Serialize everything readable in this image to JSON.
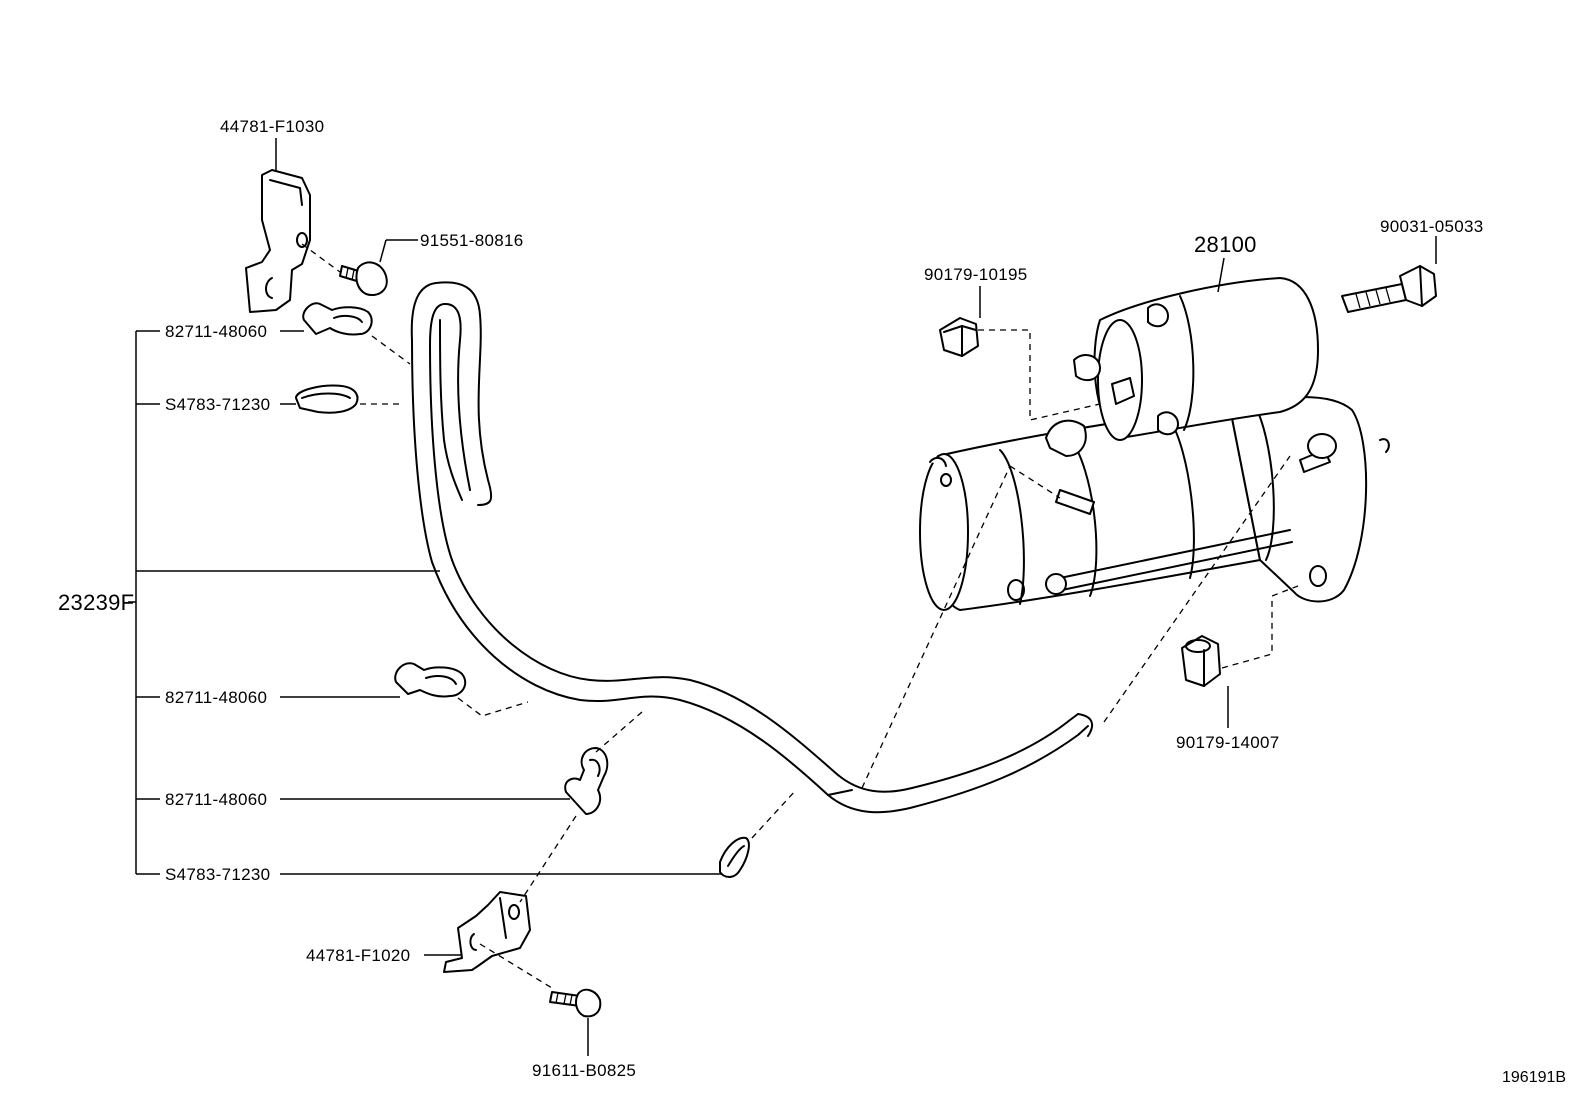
{
  "diagram": {
    "figure_id": "196191B",
    "labels": {
      "p44781_F1030": "44781-F1030",
      "p91551_80816": "91551-80816",
      "p82711_48060_a": "82711-48060",
      "pS4783_71230_a": "S4783-71230",
      "p23239F": "23239F",
      "p82711_48060_b": "82711-48060",
      "p82711_48060_c": "82711-48060",
      "pS4783_71230_b": "S4783-71230",
      "p44781_F1020": "44781-F1020",
      "p91611_B0825": "91611-B0825",
      "p90179_10195": "90179-10195",
      "p28100": "28100",
      "p90031_05033": "90031-05033",
      "p90179_14007": "90179-14007"
    }
  }
}
